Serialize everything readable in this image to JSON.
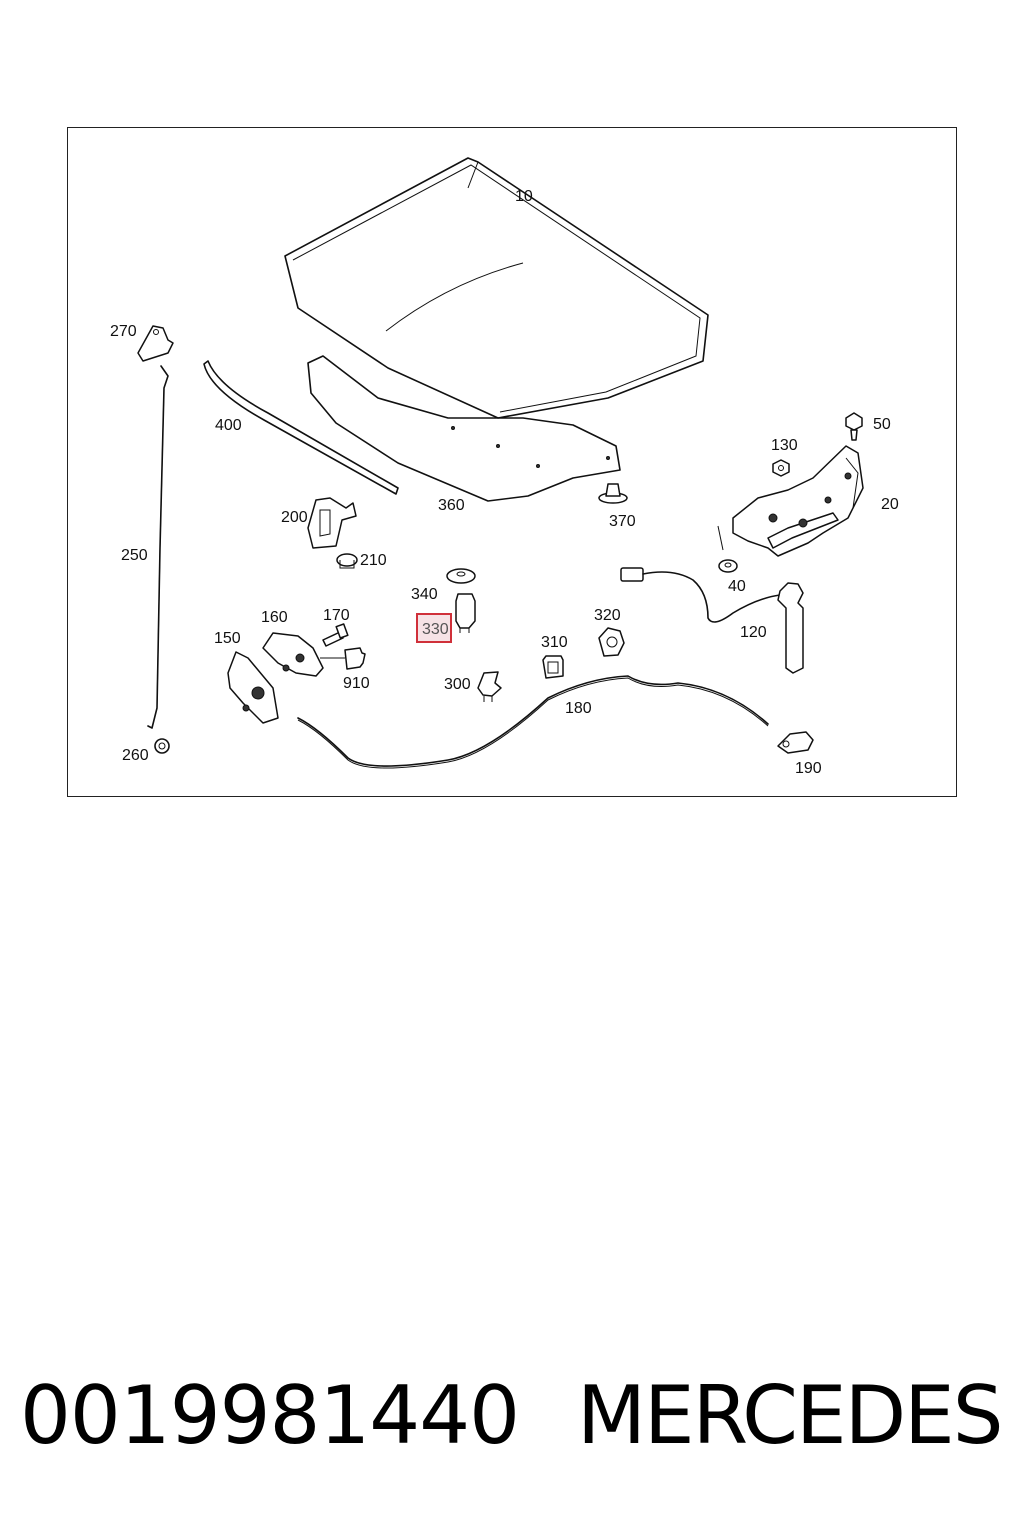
{
  "diagram": {
    "callouts": {
      "c10": "10",
      "c20": "20",
      "c40": "40",
      "c50": "50",
      "c120": "120",
      "c130": "130",
      "c150": "150",
      "c160": "160",
      "c170": "170",
      "c180": "180",
      "c190": "190",
      "c200": "200",
      "c210": "210",
      "c250": "250",
      "c260": "260",
      "c270": "270",
      "c300": "300",
      "c310": "310",
      "c320": "320",
      "c330": "330",
      "c340": "340",
      "c360": "360",
      "c370": "370",
      "c400": "400",
      "c910": "910"
    },
    "highlighted_callout": "330",
    "highlight_color": "#d0303a"
  },
  "footer": {
    "part_number": "0019981440",
    "brand": "MERCEDES"
  }
}
